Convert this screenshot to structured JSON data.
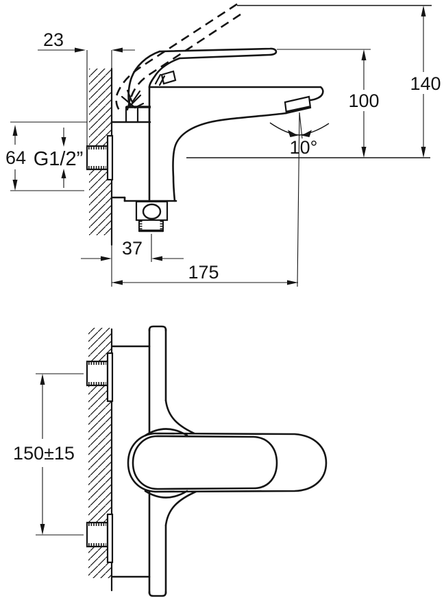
{
  "drawing": {
    "kind": "technical-drawing",
    "subject": "wall-mounted single-lever mixer tap installation dimensions",
    "background": "#ffffff",
    "line_color": "#141414",
    "side_view": {
      "dims": {
        "wall_inset": "23",
        "total_height": "140",
        "spout_height": "100",
        "spout_angle": "10°",
        "body_height": "64",
        "thread": "G1/2”",
        "outlet_offset": "37",
        "spout_reach": "175"
      }
    },
    "plan_view": {
      "dims": {
        "hole_spacing": "150±15"
      }
    }
  }
}
